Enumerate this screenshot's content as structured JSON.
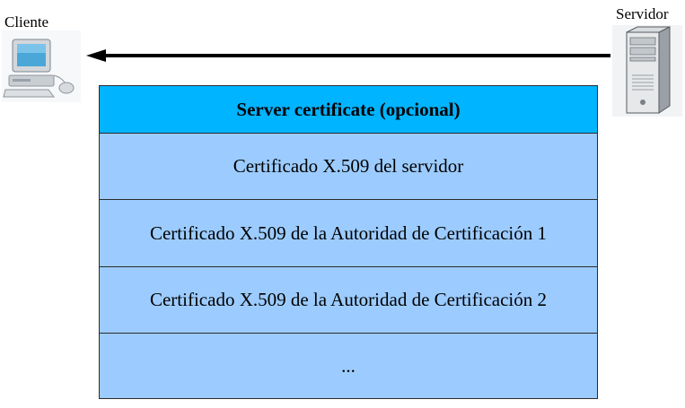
{
  "diagram": {
    "client_label": "Cliente",
    "server_label": "Servidor",
    "arrow_direction": "server-to-client",
    "message": {
      "title": "Server certificate (opcional)",
      "rows": [
        "Certificado X.509 del servidor",
        "Certificado X.509 de la Autoridad de Certificación 1",
        "Certificado X.509 de la Autoridad de Certificación 2",
        "..."
      ]
    },
    "colors": {
      "header": "#00b4ff",
      "row": "#9cccff",
      "border": "#2b2b2b",
      "arrow": "#000000"
    },
    "icons": {
      "client": "desktop-computer-icon",
      "server": "server-tower-icon"
    }
  }
}
